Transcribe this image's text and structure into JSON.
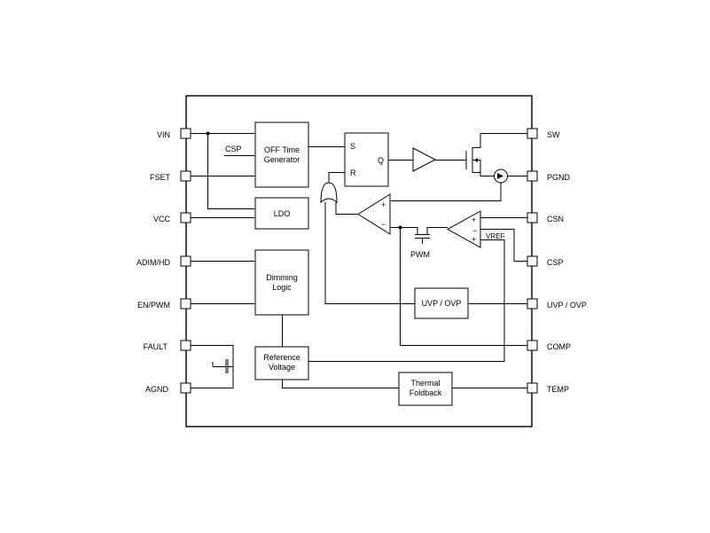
{
  "pins_left": [
    {
      "key": "vin",
      "label": "VIN"
    },
    {
      "key": "fset",
      "label": "FSET"
    },
    {
      "key": "vcc",
      "label": "VCC"
    },
    {
      "key": "adim",
      "label": "ADIM/HD"
    },
    {
      "key": "en",
      "label": "EN/PWM"
    },
    {
      "key": "fault",
      "label": "FAULT"
    },
    {
      "key": "agnd",
      "label": "AGND"
    }
  ],
  "pins_right": [
    {
      "key": "sw",
      "label": "SW"
    },
    {
      "key": "pgnd",
      "label": "PGND"
    },
    {
      "key": "csn",
      "label": "CSN"
    },
    {
      "key": "csp",
      "label": "CSP"
    },
    {
      "key": "uvp",
      "label": "UVP / OVP"
    },
    {
      "key": "comp",
      "label": "COMP"
    },
    {
      "key": "temp",
      "label": "TEMP"
    }
  ],
  "blocks": {
    "off_time": {
      "line1": "OFF Time",
      "line2": "Generator",
      "input_label": "CSP"
    },
    "ldo": {
      "label": "LDO"
    },
    "dimming": {
      "line1": "Dimming",
      "line2": "Logic"
    },
    "reference": {
      "line1": "Reference",
      "line2": "Voltage"
    },
    "uvp_ovp": {
      "label": "UVP / OVP"
    },
    "thermal": {
      "line1": "Thermal",
      "line2": "Foldback"
    },
    "latch": {
      "s": "S",
      "r": "R",
      "q": "Q"
    }
  },
  "comparator": {
    "plus": "+",
    "minus": "−"
  },
  "amplifier": {
    "plus_top": "+",
    "minus": "−",
    "plus_bottom": "+",
    "vref": "VREF"
  },
  "pwm_switch_label": "PWM"
}
